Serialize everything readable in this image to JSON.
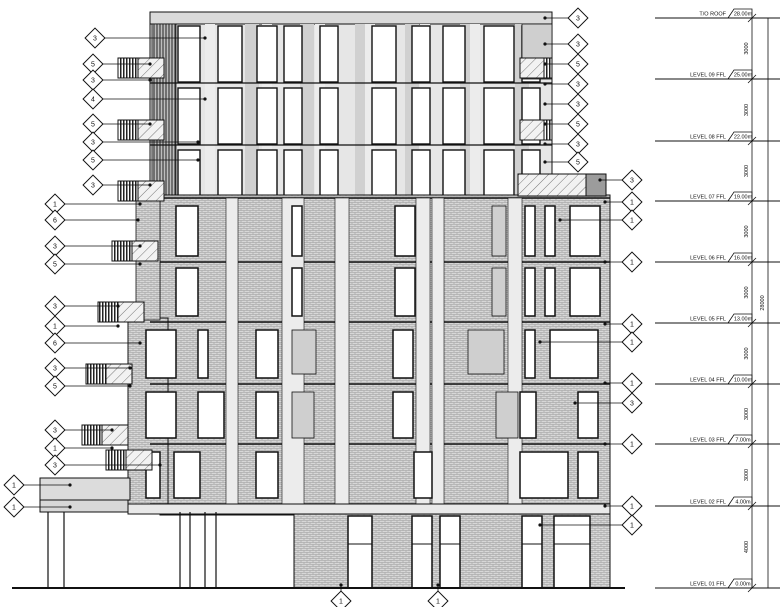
{
  "levels": [
    {
      "label": "T/O ROOF",
      "value": "28.00m"
    },
    {
      "label": "LEVEL 09 FFL",
      "value": "25.00m"
    },
    {
      "label": "LEVEL 08 FFL",
      "value": "22.00m"
    },
    {
      "label": "LEVEL 07 FFL",
      "value": "19.00m"
    },
    {
      "label": "LEVEL 06 FFL",
      "value": "16.00m"
    },
    {
      "label": "LEVEL 05 FFL",
      "value": "13.00m"
    },
    {
      "label": "LEVEL 04 FFL",
      "value": "10.00m"
    },
    {
      "label": "LEVEL 03 FFL",
      "value": "7.00m"
    },
    {
      "label": "LEVEL 02 FFL",
      "value": "4.00m"
    },
    {
      "label": "LEVEL 01 FFL",
      "value": "0.00m"
    }
  ],
  "dims": [
    "3000",
    "3000",
    "3000",
    "3000",
    "3000",
    "3000",
    "3000",
    "3000",
    "4000"
  ],
  "overall_dim": "28000",
  "tags_left": [
    "3",
    "5",
    "3",
    "4",
    "5",
    "3",
    "5",
    "3",
    "1",
    "6",
    "3",
    "5",
    "3",
    "1",
    "6",
    "3",
    "5",
    "3",
    "1",
    "3",
    "1"
  ],
  "tags_right": [
    "3",
    "3",
    "5",
    "3",
    "3",
    "5",
    "3",
    "5",
    "3",
    "1",
    "1",
    "1",
    "1",
    "1",
    "1",
    "3",
    "1",
    "1",
    "1"
  ],
  "tags_bottom": [
    "1",
    "1"
  ]
}
